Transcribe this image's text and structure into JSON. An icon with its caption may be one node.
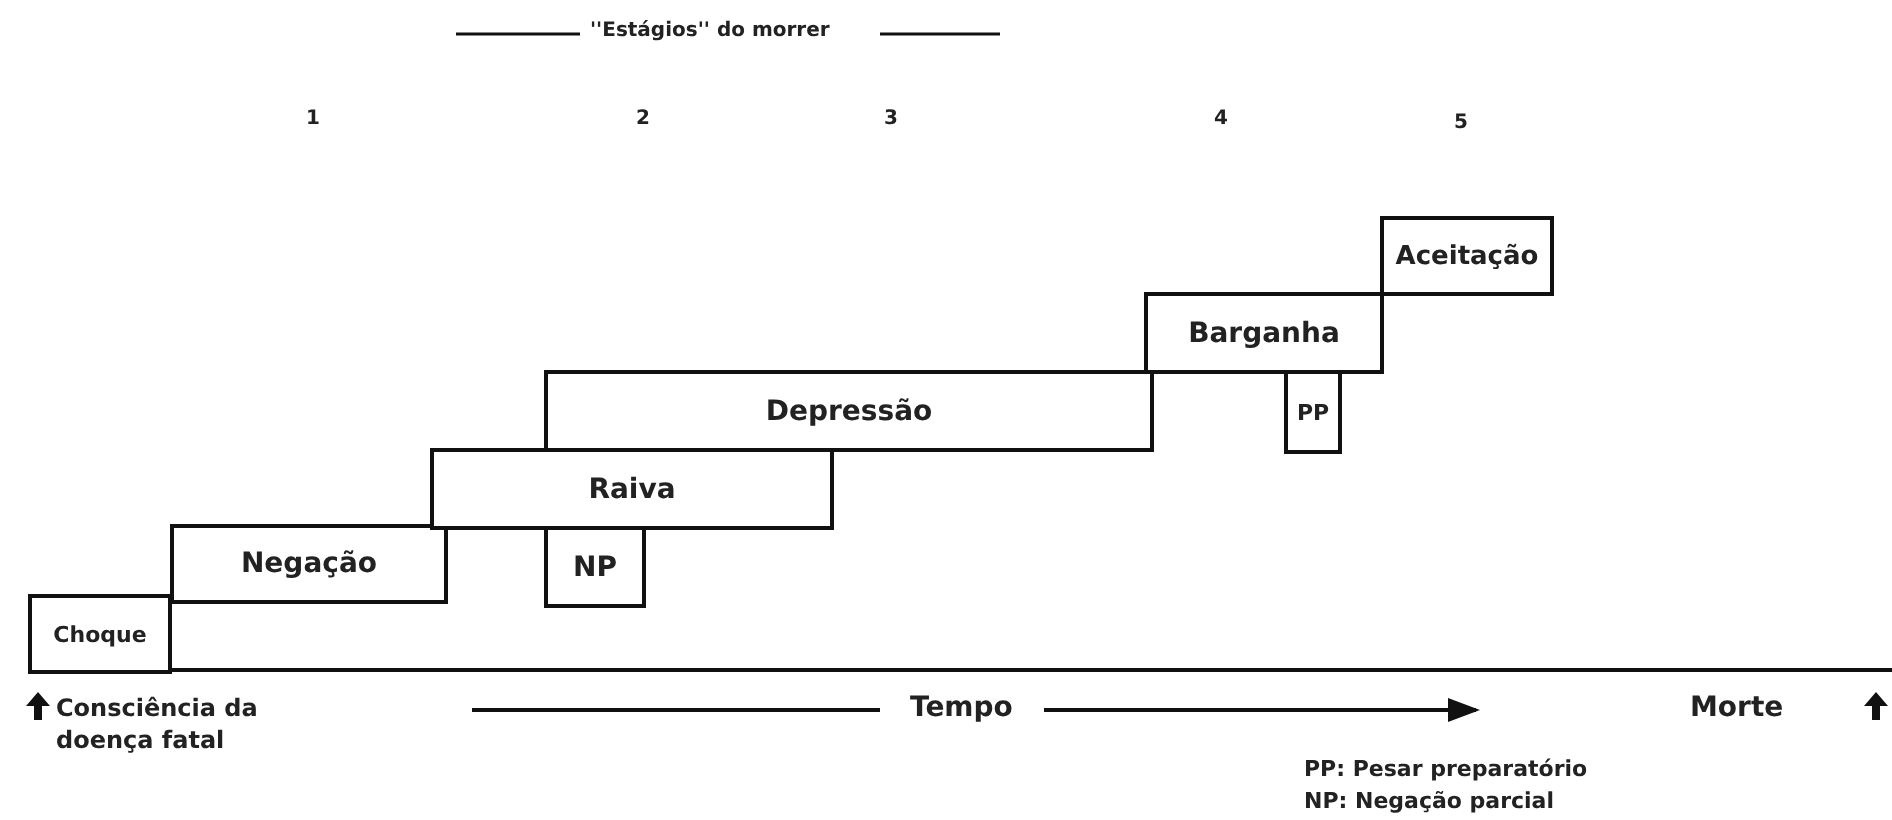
{
  "diagram": {
    "nodes": [
      {
        "text": [
          "Choque"
        ]
      },
      {
        "text": [
          "Negação"
        ]
      },
      {
        "text": [
          "Raiva"
        ]
      },
      {
        "text": [
          "NP"
        ]
      },
      {
        "text": [
          "Depressão"
        ]
      },
      {
        "text": [
          "Barganha"
        ]
      },
      {
        "text": [
          "PP"
        ]
      },
      {
        "text": [
          "Aceitação"
        ]
      }
    ],
    "edges": [],
    "labels": [
      "''Estágios'' do morrer",
      "1",
      "2",
      "3",
      "4",
      "5",
      "Consciência da doença fatal",
      "Tempo",
      "Morte",
      "PP: Pesar preparatório",
      "NP: Negação parcial"
    ]
  }
}
